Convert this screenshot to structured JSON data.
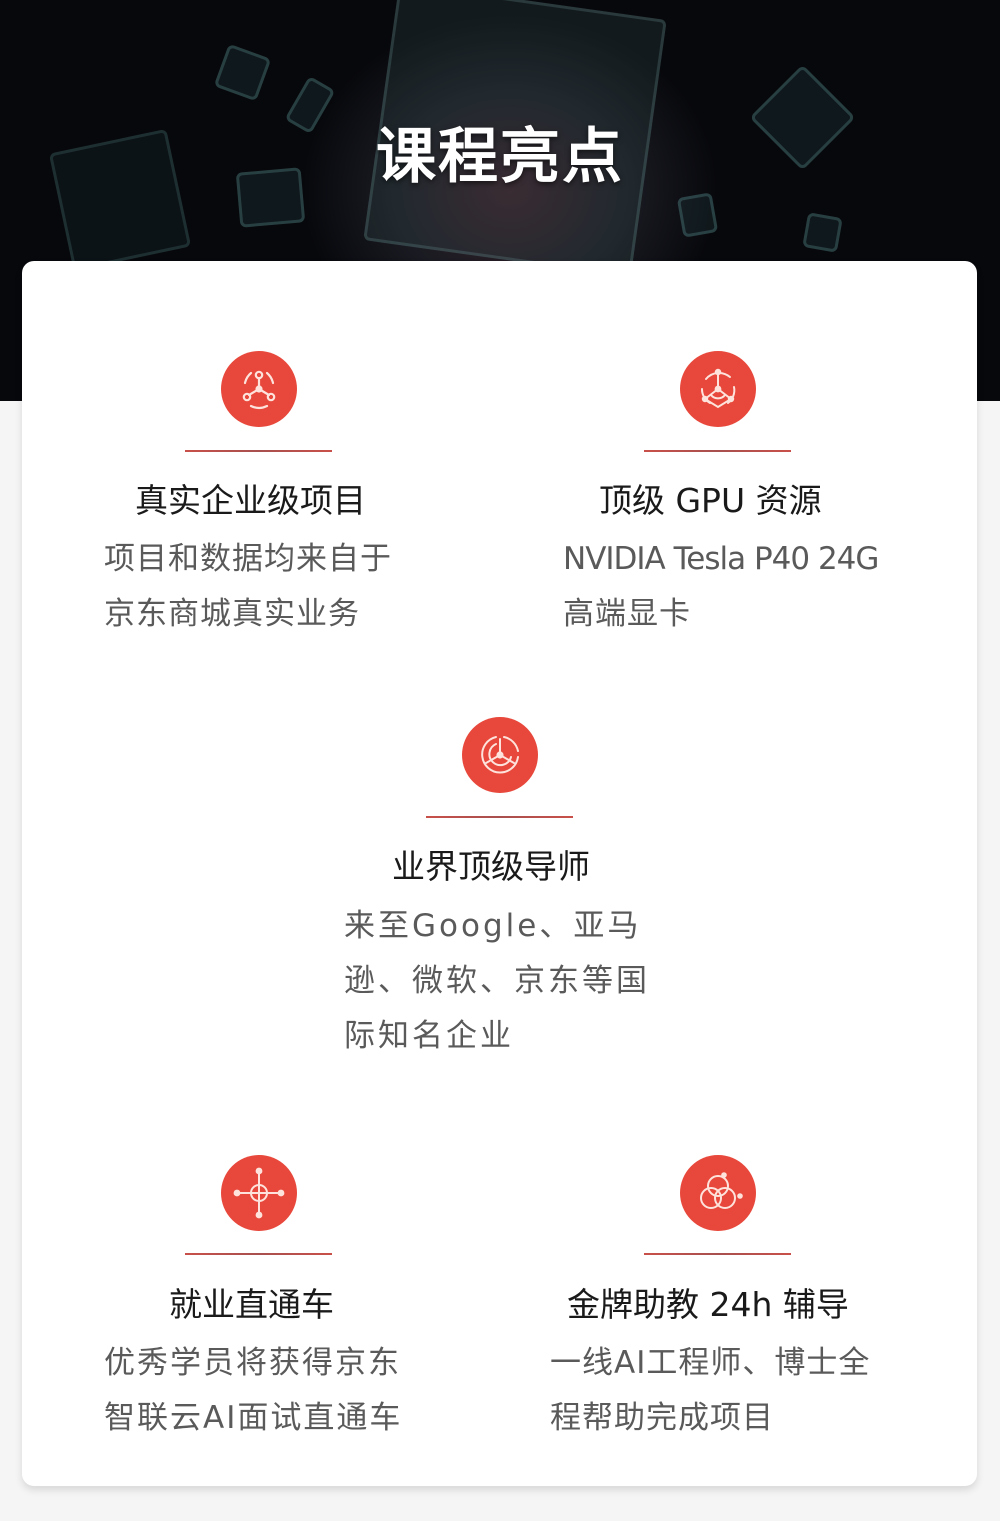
{
  "header": {
    "title": "课程亮点"
  },
  "theme": {
    "accent": "#e8483b",
    "divider": "#c9504a",
    "title_color": "#1a1a1a",
    "text_color": "#5a5a5a",
    "banner_bg": "#06070a",
    "page_bg": "#f5f5f5"
  },
  "features": [
    {
      "icon": "network-triangle-icon",
      "title": "真实企业级项目",
      "desc": [
        "项目和数据均来自于",
        "京东商城真实业务"
      ]
    },
    {
      "icon": "orbit-network-icon",
      "title": "顶级 GPU 资源",
      "desc": [
        "NVIDIA Tesla P40 24G",
        "高端显卡"
      ]
    },
    {
      "icon": "steering-rings-icon",
      "title": "业界顶级导师",
      "desc": [
        "来至Google、亚马",
        "逊、微软、京东等国",
        "际知名企业"
      ]
    },
    {
      "icon": "crosshair-target-icon",
      "title": "就业直通车",
      "desc": [
        "优秀学员将获得京东",
        "智联云AI面试直通车"
      ]
    },
    {
      "icon": "interlocking-circles-icon",
      "title": "金牌助教 24h 辅导",
      "desc": [
        "一线AI工程师、博士全",
        "程帮助完成项目"
      ]
    }
  ]
}
